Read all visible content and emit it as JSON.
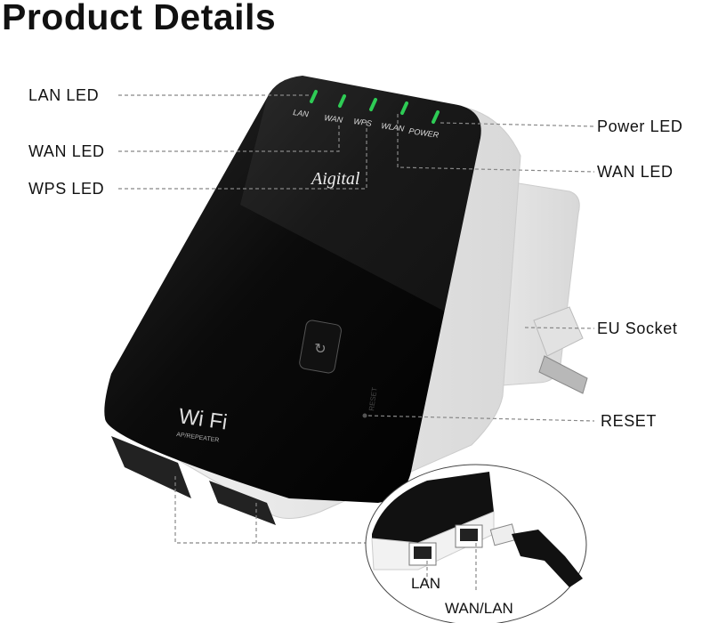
{
  "title": "Product Details",
  "callouts": {
    "lan_led": "LAN LED",
    "wan_led_left": "WAN LED",
    "wps_led": "WPS LED",
    "power_led": "Power LED",
    "wan_led_right": "WAN LED",
    "eu_socket": "EU Socket",
    "reset": "RESET"
  },
  "device": {
    "led_labels": [
      "LAN",
      "WAN",
      "WPS",
      "WLAN",
      "POWER"
    ],
    "brand": "Aigital",
    "wifi_logo": "Wi Fi",
    "wifi_sub": "AP/REPEATER",
    "reset_label": "RESET",
    "led_color": "#2ecc55"
  },
  "inset": {
    "lan_port": "LAN",
    "wan_lan_port": "WAN/LAN"
  }
}
